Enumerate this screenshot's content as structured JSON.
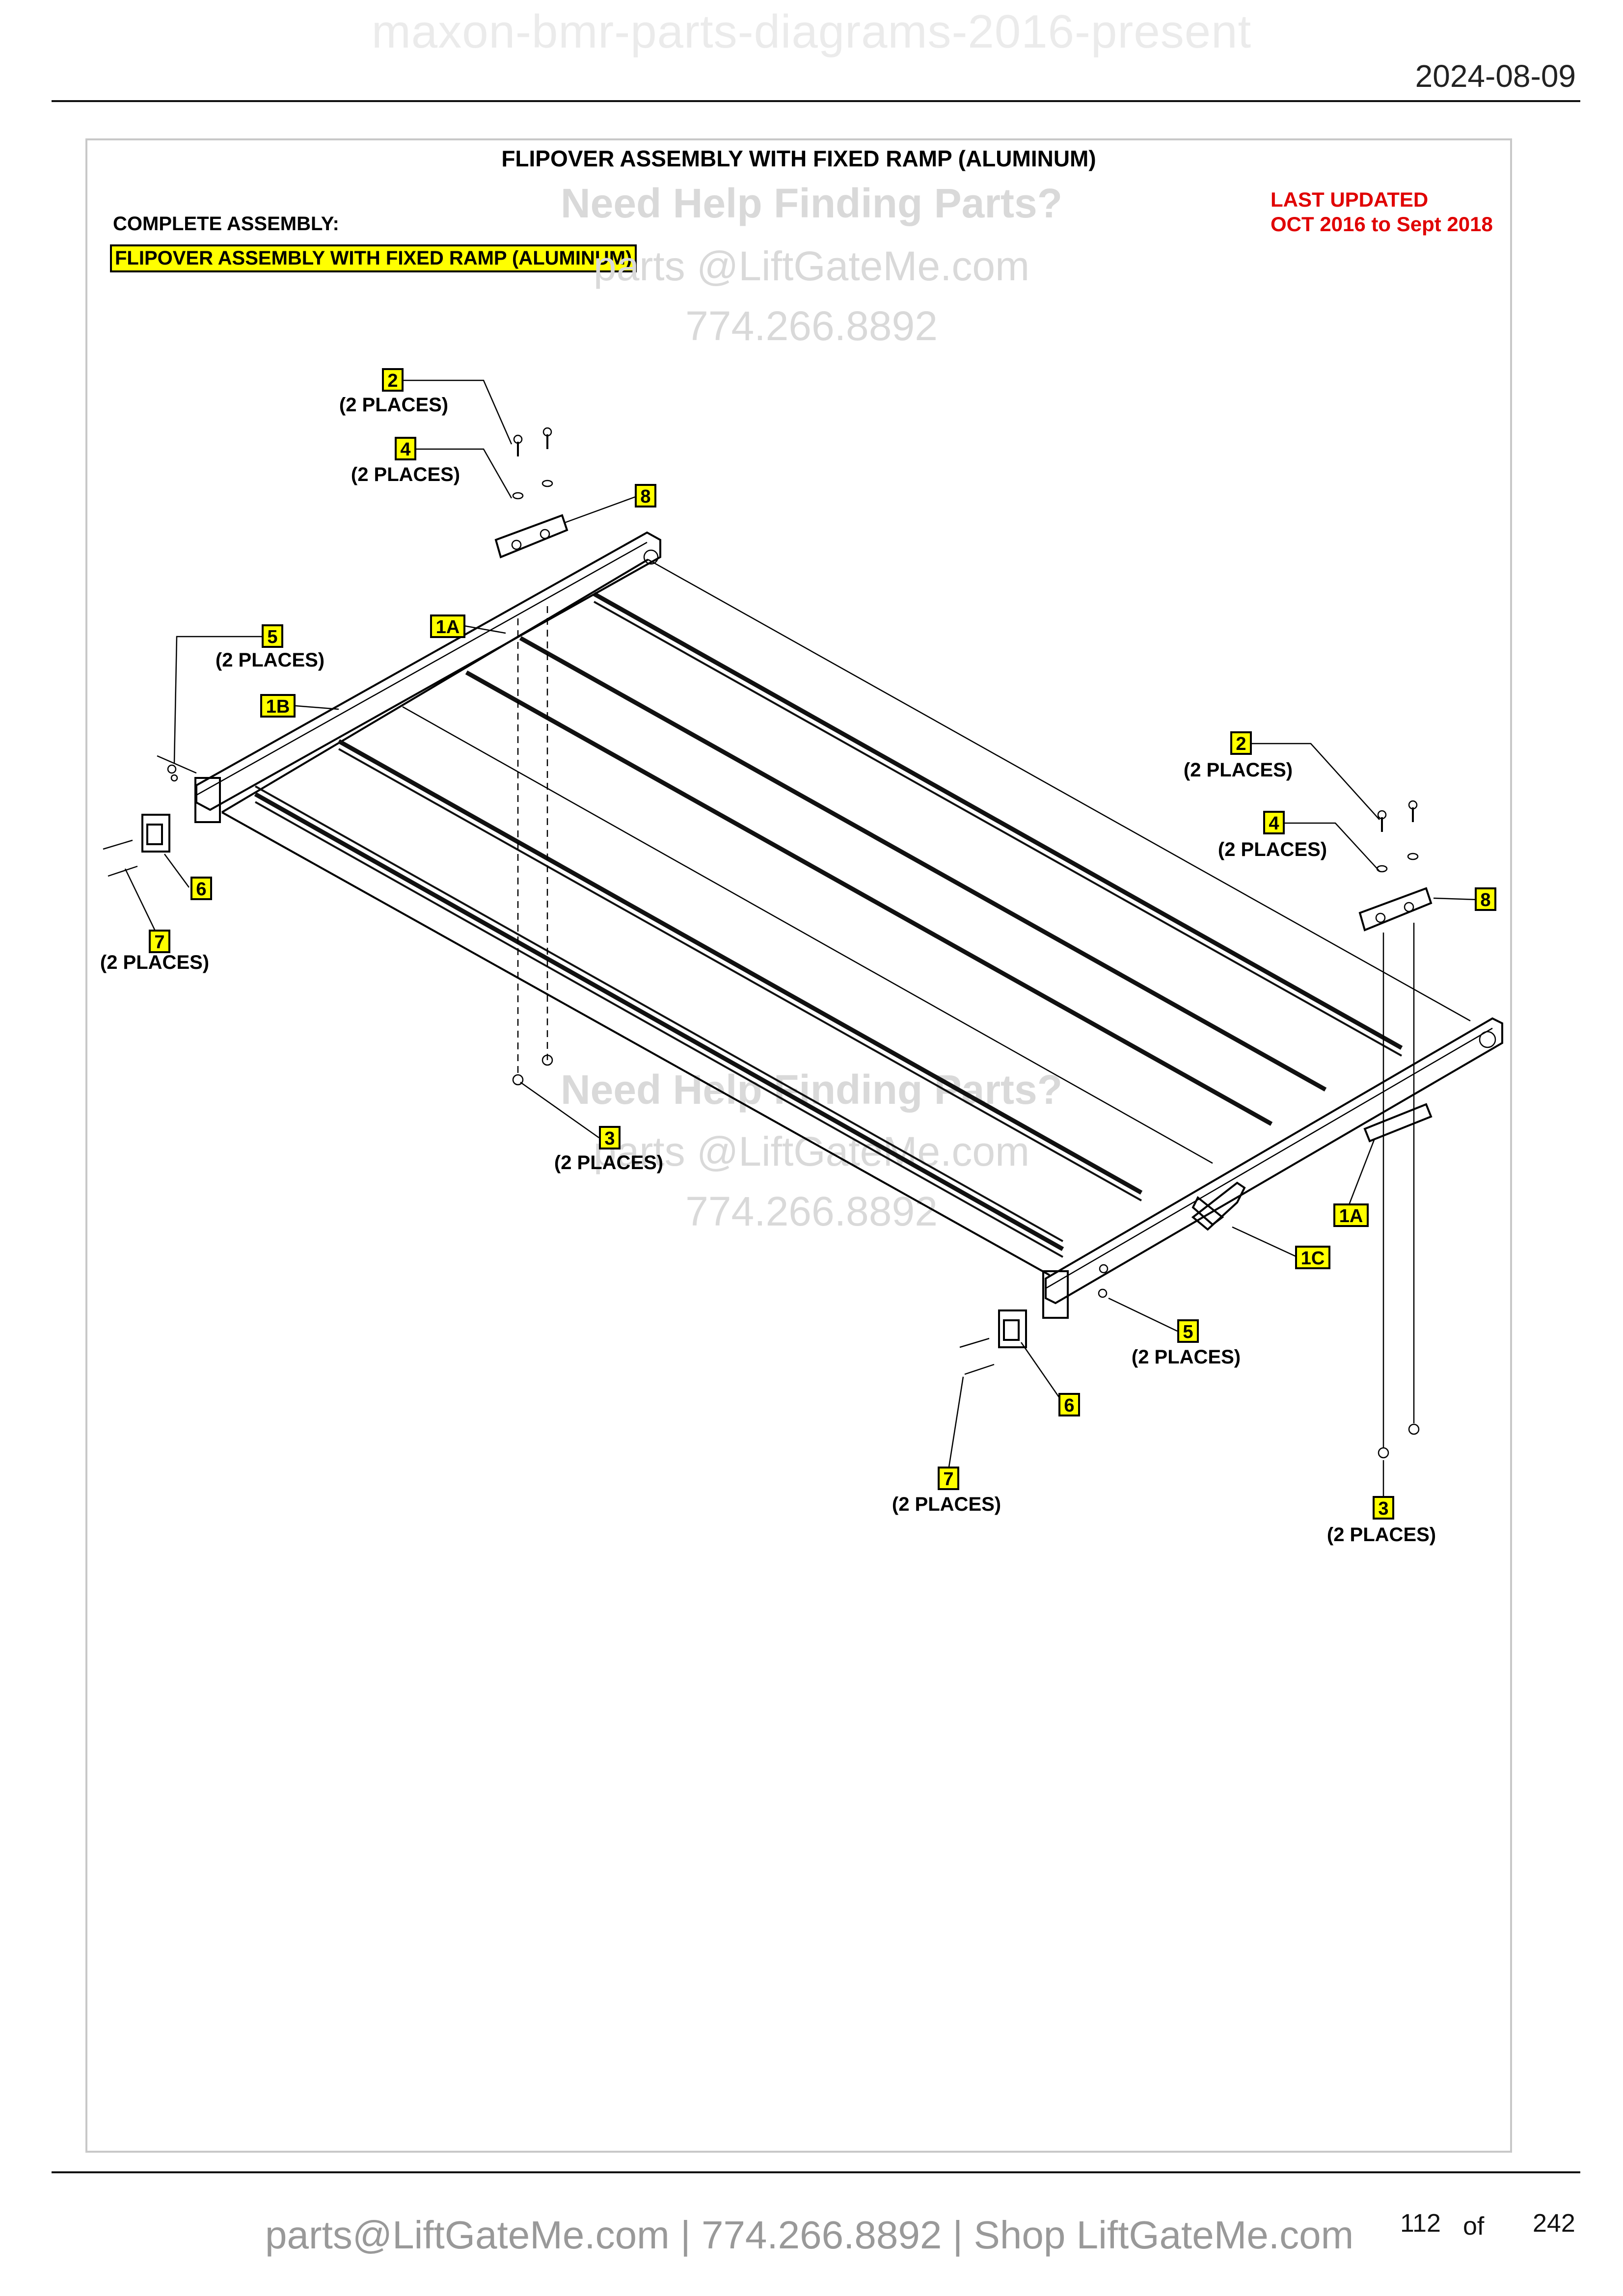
{
  "header": {
    "watermark": "maxon-bmr-parts-diagrams-2016-present",
    "date": "2024-08-09"
  },
  "diagram": {
    "title": "FLIPOVER ASSEMBLY WITH FIXED RAMP (ALUMINUM)",
    "complete_assembly_label": "COMPLETE ASSEMBLY:",
    "complete_assembly_name": "FLIPOVER ASSEMBLY WITH FIXED RAMP (ALUMINUM)",
    "last_updated_label": "LAST UPDATED",
    "last_updated_range": "OCT 2016 to Sept 2018",
    "watermark": {
      "line1": "Need Help Finding Parts?",
      "line2": "parts @LiftGateMe.com",
      "line3": "774.266.8892"
    },
    "callouts": {
      "c2_left": "2",
      "c2_left_note": "(2 PLACES)",
      "c4_left": "4",
      "c4_left_note": "(2 PLACES)",
      "c8_left": "8",
      "c1a_left": "1A",
      "c5_left": "5",
      "c5_left_note": "(2 PLACES)",
      "c1b": "1B",
      "c6_left": "6",
      "c7_left": "7",
      "c7_left_note": "(2 PLACES)",
      "c3_left": "3",
      "c3_left_note": "(2 PLACES)",
      "c2_right": "2",
      "c2_right_note": "(2 PLACES)",
      "c4_right": "4",
      "c4_right_note": "(2 PLACES)",
      "c8_right": "8",
      "c1a_right": "1A",
      "c1c": "1C",
      "c5_right": "5",
      "c5_right_note": "(2 PLACES)",
      "c6_right": "6",
      "c7_right": "7",
      "c7_right_note": "(2 PLACES)",
      "c3_right": "3",
      "c3_right_note": "(2 PLACES)"
    }
  },
  "footer": {
    "contact": "parts@LiftGateMe.com | 774.266.8892 | Shop LiftGateMe.com",
    "page_current": "112",
    "page_of": "of",
    "page_total": "242"
  },
  "colors": {
    "callout_fill": "#ffff00",
    "updated_text": "#e00000",
    "watermark": "#d9d9d9"
  }
}
